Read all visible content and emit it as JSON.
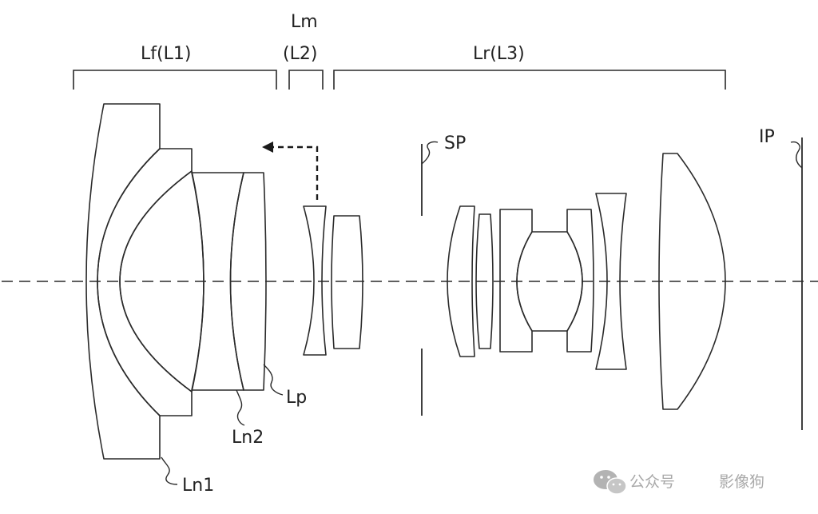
{
  "labels": {
    "lf": "Lf(L1)",
    "lm_top": "Lm",
    "lm_bottom": "(L2)",
    "lr": "Lr(L3)",
    "sp": "SP",
    "ip": "IP",
    "lp": "Lp",
    "ln2": "Ln2",
    "ln1": "Ln1"
  },
  "watermark": {
    "prefix": "公众号",
    "name": "影像狗"
  },
  "colors": {
    "line": "#2a2a2a",
    "background": "#ffffff",
    "watermark": "#9a9a9a"
  }
}
